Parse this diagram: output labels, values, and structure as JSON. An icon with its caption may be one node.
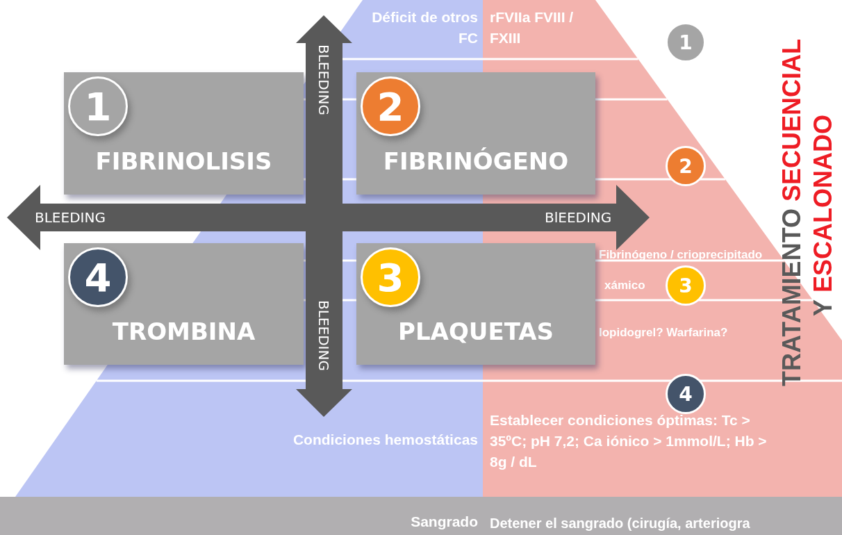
{
  "diagram": {
    "nodes": [
      {
        "text": [
          "FIBRINOLISIS"
        ]
      },
      {
        "text": [
          "1"
        ],
        "in": 0
      },
      {
        "text": [
          "FIBRINÓGENO"
        ]
      },
      {
        "text": [
          "2"
        ],
        "in": 2
      },
      {
        "text": [
          "TROMBINA"
        ]
      },
      {
        "text": [
          "4"
        ],
        "in": 4
      },
      {
        "text": [
          "PLAQUETAS"
        ]
      },
      {
        "text": [
          "3"
        ],
        "in": 6
      },
      {
        "text": [
          "1"
        ]
      },
      {
        "text": [
          "2"
        ]
      },
      {
        "text": [
          "3"
        ]
      },
      {
        "text": [
          "4"
        ]
      }
    ],
    "labels": [
      "Déficit de otros FC",
      "rFVIIa FVIII / FXIII",
      "BLEEDING",
      "BLEEDING",
      "BlEEDING",
      "Fibrinógeno / crioprecipitado",
      "xámico",
      "lopidogrel? Warfarina?",
      "BLEEDING",
      "Condiciones hemostáticas",
      "Establecer condiciones óptimas: Tc > 35ºC; pH 7,2; Ca iónico > 1mmol/L; Hb > 8g / dL",
      "Sangrado",
      "Detener el sangrado (cirugía, arteriogra",
      "TRATAMIENTO",
      "SECUENCIAL",
      "Y",
      "ESCALONADO"
    ]
  }
}
